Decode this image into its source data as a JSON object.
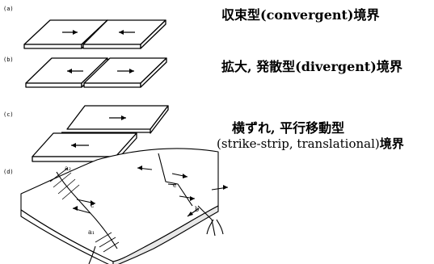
{
  "panels": {
    "a": {
      "label": "(a)",
      "caption": "収束型(convergent)境界"
    },
    "b": {
      "label": "(b)",
      "caption": "拡大, 発散型(divergent)境界"
    },
    "c": {
      "label": "(c)",
      "caption_line1": "横ずれ, 平行移動型",
      "caption_line2_paren": "(strike-strip, translational)",
      "caption_line2_suffix": "境界"
    },
    "d": {
      "label": "(d)",
      "marks": {
        "a2": "a₂",
        "a1": "a₁",
        "c_left": "c",
        "c_right": "c",
        "b": "b"
      }
    }
  },
  "colors": {
    "ink": "#000000",
    "paper": "#ffffff"
  }
}
